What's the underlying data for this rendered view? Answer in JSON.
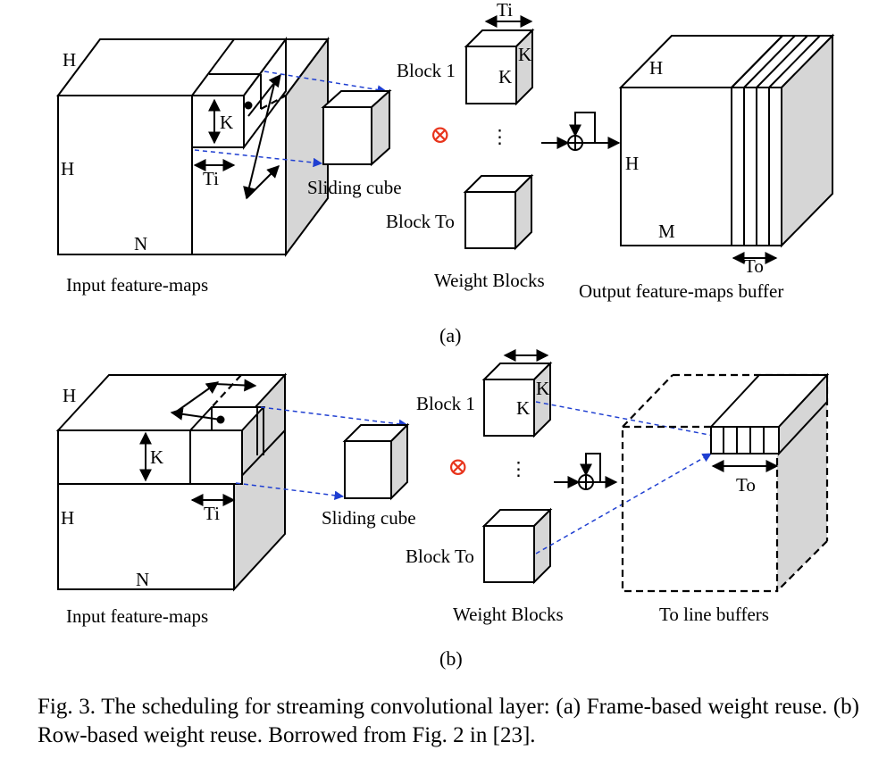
{
  "panel_a": {
    "input": {
      "label": "Input feature-maps",
      "h_top": "H",
      "h_side": "H",
      "n": "N",
      "k": "K",
      "ti": "Ti"
    },
    "sliding_cube": "Sliding cube",
    "weights": {
      "ti": "Ti",
      "block1": "Block 1",
      "k1": "K",
      "k2": "K",
      "dots": "⋮",
      "block_to": "Block To",
      "label": "Weight Blocks"
    },
    "conv_op": "⊗",
    "output": {
      "h_top": "H",
      "h_side": "H",
      "m": "M",
      "to": "To",
      "label": "Output feature-maps buffer"
    },
    "panel_label": "(a)"
  },
  "panel_b": {
    "input": {
      "label": "Input feature-maps",
      "h_top": "H",
      "h_side": "H",
      "n": "N",
      "k": "K",
      "ti": "Ti"
    },
    "sliding_cube": "Sliding cube",
    "weights": {
      "block1": "Block 1",
      "k1": "K",
      "k2": "K",
      "dots": "⋮",
      "block_to": "Block To",
      "label": "Weight Blocks"
    },
    "conv_op": "⊗",
    "output": {
      "to": "To",
      "label": "To line buffers"
    },
    "panel_label": "(b)"
  },
  "caption": "Fig. 3.    The scheduling for streaming convolutional layer: (a) Frame-based weight reuse. (b) Row-based weight reuse. Borrowed from Fig. 2 in [23].",
  "colors": {
    "arrow_blue": "#1f3fd1",
    "conv_red": "#e8341c",
    "shade_gray": "#d6d6d6"
  }
}
